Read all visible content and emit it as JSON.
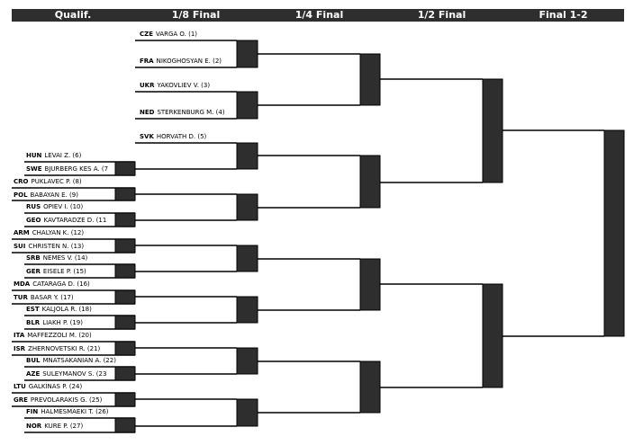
{
  "headers": {
    "qualif": "Qualif.",
    "round16": "1/8 Final",
    "quarter": "1/4 Final",
    "semi": "1/2 Final",
    "final": "Final 1-2"
  },
  "colors": {
    "header_bg": "#2e2e2e",
    "box_fill": "#2e2e2e",
    "line": "#000000"
  },
  "qualifiers": [
    {
      "code": "HUN",
      "name": "LEVAI Z. (6)"
    },
    {
      "code": "SWE",
      "name": "BJURBERG KES A. (7"
    },
    {
      "code": "CRO",
      "name": "PUKLAVEC P. (8)"
    },
    {
      "code": "POL",
      "name": "BABAYAN E. (9)"
    },
    {
      "code": "RUS",
      "name": "OPIEV I. (10)"
    },
    {
      "code": "GEO",
      "name": "KAVTARADZE D. (11"
    },
    {
      "code": "ARM",
      "name": "CHALYAN K. (12)"
    },
    {
      "code": "SUI",
      "name": "CHRISTEN N. (13)"
    },
    {
      "code": "SRB",
      "name": "NEMES V. (14)"
    },
    {
      "code": "GER",
      "name": "EISELE P. (15)"
    },
    {
      "code": "MDA",
      "name": "CATARAGA D. (16)"
    },
    {
      "code": "TUR",
      "name": "BASAR Y. (17)"
    },
    {
      "code": "EST",
      "name": "KALJOLA R. (18)"
    },
    {
      "code": "BLR",
      "name": "LIAKH P. (19)"
    },
    {
      "code": "ITA",
      "name": "MAFFEZZOLI M. (20)"
    },
    {
      "code": "ISR",
      "name": "ZHERNOVETSKI R. (21)"
    },
    {
      "code": "BUL",
      "name": "MNATSAKANIAN A. (22)"
    },
    {
      "code": "AZE",
      "name": "SULEYMANOV S. (23"
    },
    {
      "code": "LTU",
      "name": "GALKINAS P. (24)"
    },
    {
      "code": "GRE",
      "name": "PREVOLARAKIS G. (25)"
    },
    {
      "code": "FIN",
      "name": "HALMESMAEKI T. (26)"
    },
    {
      "code": "NOR",
      "name": "KURE P. (27)"
    }
  ],
  "seeded": [
    {
      "code": "CZE",
      "name": "VARGA O. (1)"
    },
    {
      "code": "FRA",
      "name": "NIKOGHOSYAN E. (2)"
    },
    {
      "code": "UKR",
      "name": "YAKOVLIEV V. (3)"
    },
    {
      "code": "NED",
      "name": "STERKENBURG M. (4)"
    },
    {
      "code": "SVK",
      "name": "HORVATH D. (5)"
    }
  ]
}
